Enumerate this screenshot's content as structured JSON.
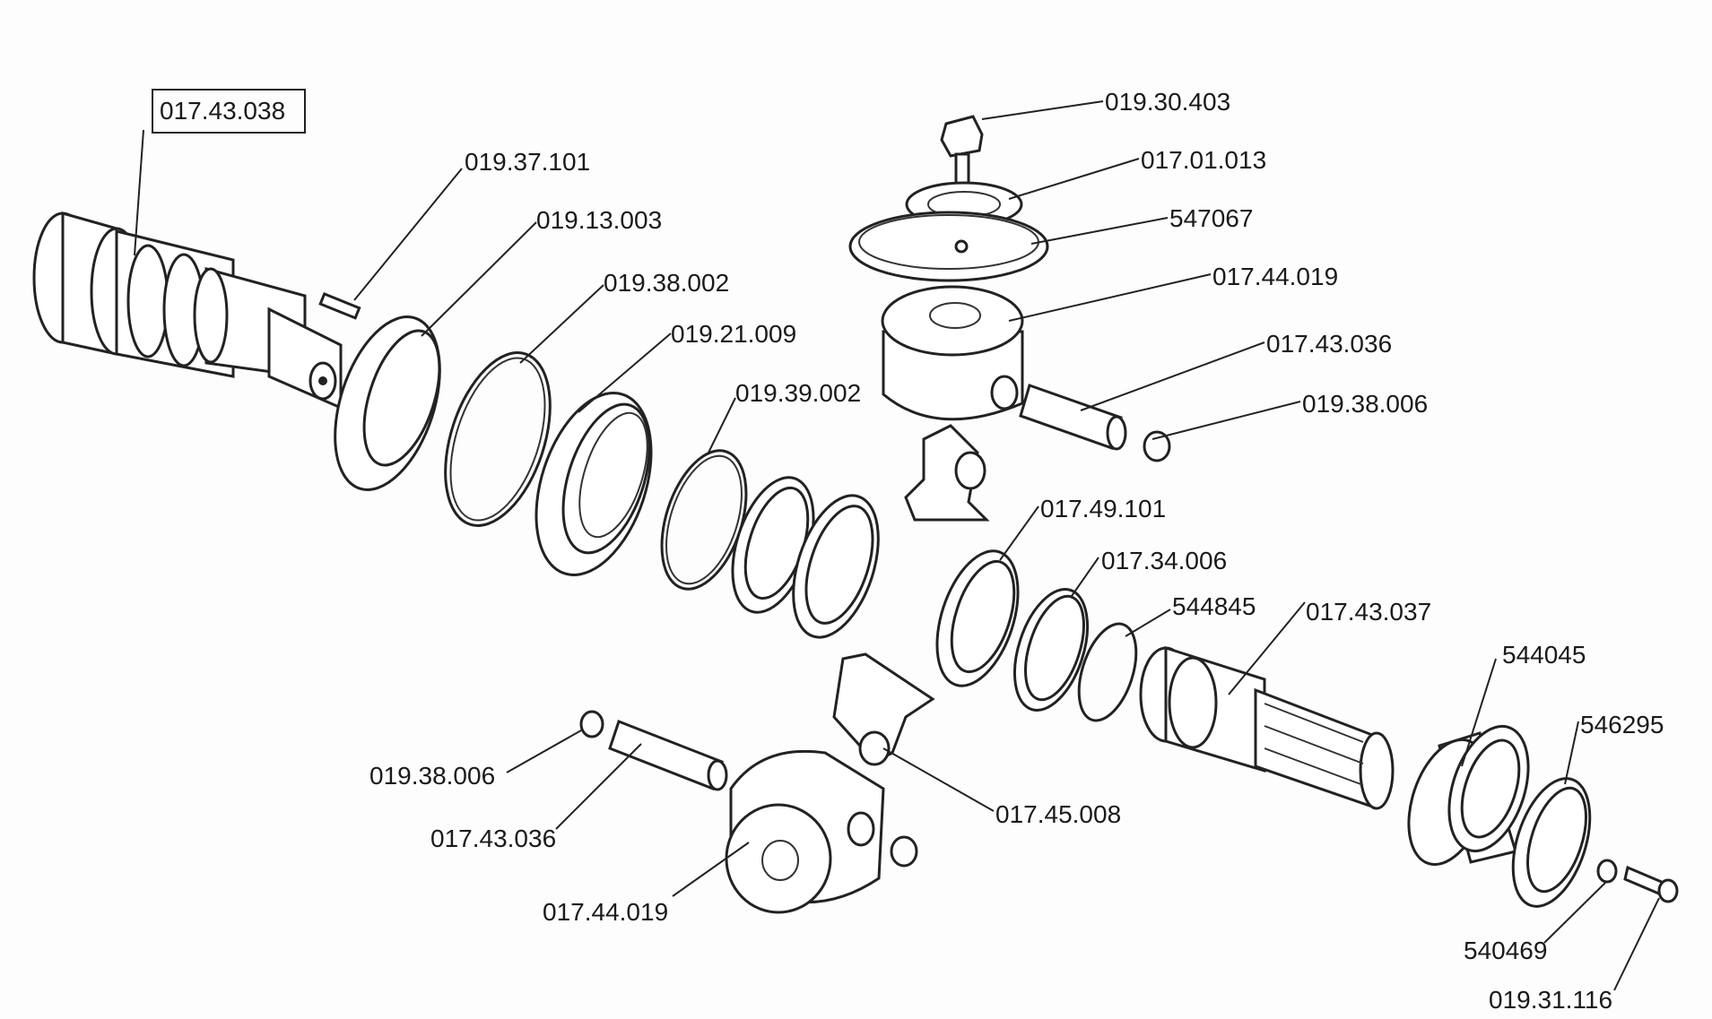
{
  "part_labels": {
    "p1": "017.43.038",
    "p2": "019.37.101",
    "p3": "019.13.003",
    "p4": "019.38.002",
    "p5": "019.21.009",
    "p6": "019.39.002",
    "p7": "019.30.403",
    "p8": "017.01.013",
    "p9": "547067",
    "p10": "017.44.019",
    "p11": "017.43.036",
    "p12": "019.38.006",
    "p13": "017.49.101",
    "p14": "017.34.006",
    "p15": "544845",
    "p16": "017.43.037",
    "p17": "544045",
    "p18": "546295",
    "p19": "019.38.006",
    "p20": "017.43.036",
    "p21": "017.45.008",
    "p22": "017.44.019",
    "p23": "540469",
    "p24": "019.31.116"
  },
  "colors": {
    "ink": "#222222",
    "paper": "#fdfdfd"
  }
}
